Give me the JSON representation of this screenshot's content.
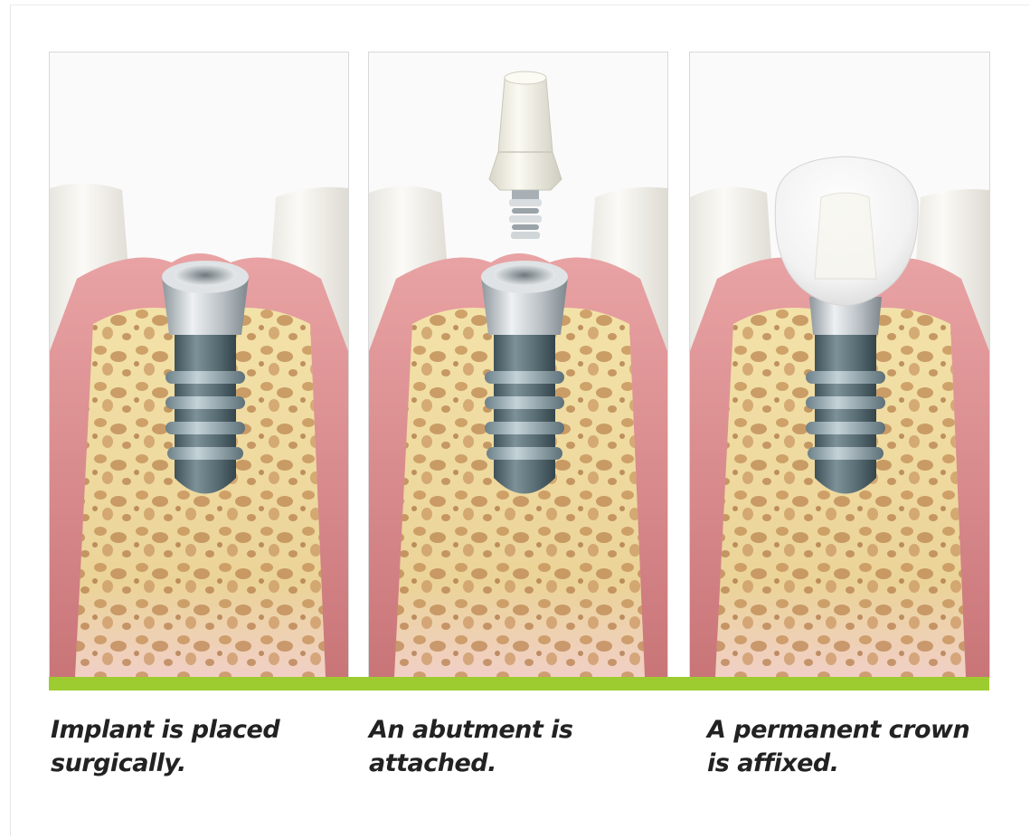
{
  "panels": [
    {
      "caption": "Implant is placed\nsurgically."
    },
    {
      "caption": "An abutment is attached."
    },
    {
      "caption": "A permanent crown\nis affixed."
    }
  ],
  "colors": {
    "accent_bar": "#9ccc2f",
    "gum": "#d98a8c",
    "bone": "#efd99a",
    "bone_pore": "#c9945a",
    "implant_body": "#566b72",
    "implant_collar": "#c9ced2",
    "tooth": "#f6f4ef",
    "caption_text": "#222222"
  },
  "icons": [
    "implant-screw-icon",
    "abutment-icon",
    "crown-icon",
    "tooth-icon"
  ]
}
